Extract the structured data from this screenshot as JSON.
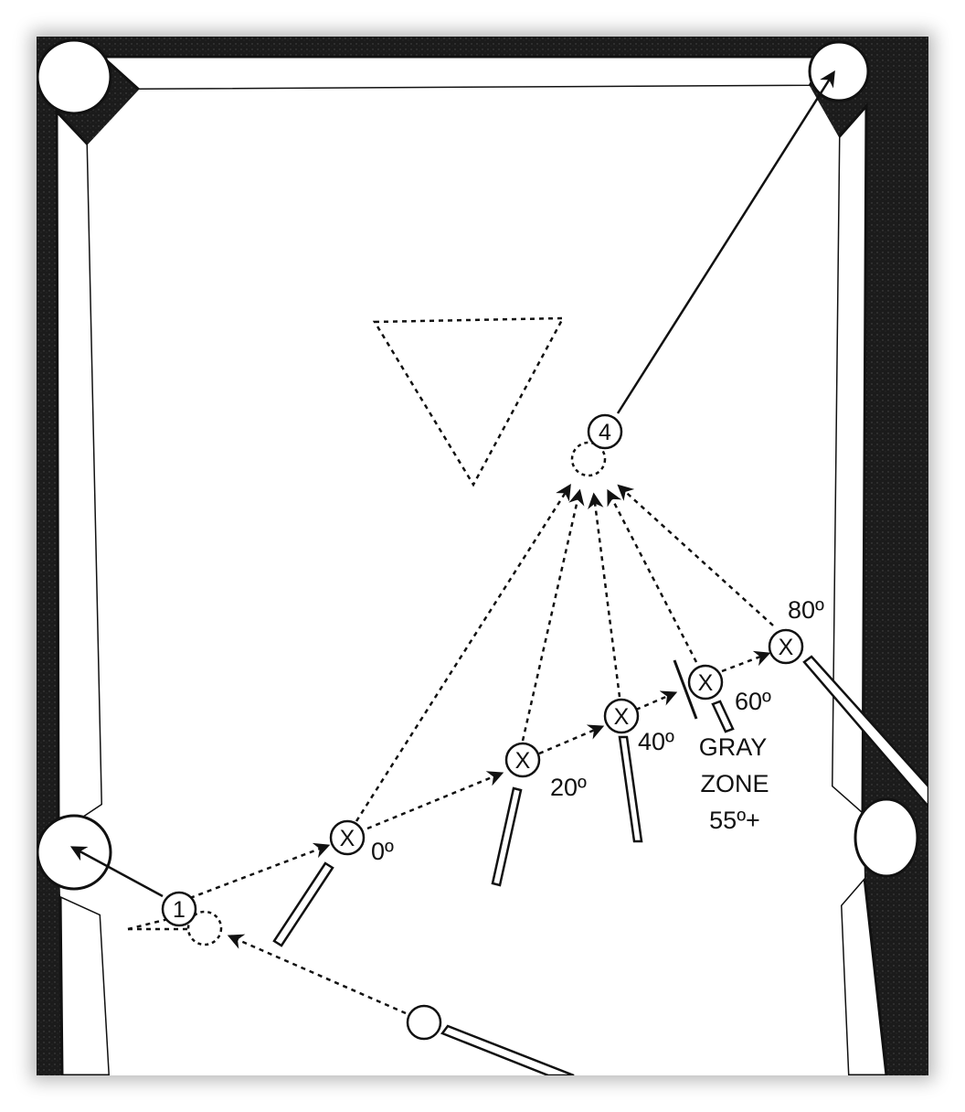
{
  "diagram": {
    "object_balls": [
      {
        "id": "ball-1",
        "label": "1"
      },
      {
        "id": "ball-4",
        "label": "4"
      }
    ],
    "ghost_ball_marker": "X",
    "angle_labels": [
      "0º",
      "20º",
      "40º",
      "60º",
      "80º"
    ],
    "gray_zone": {
      "line1": "GRAY",
      "line2": "ZONE",
      "line3": "55º+"
    },
    "colors": {
      "rail": "#1c1c1c",
      "felt": "#ffffff",
      "ink": "#111111"
    }
  }
}
